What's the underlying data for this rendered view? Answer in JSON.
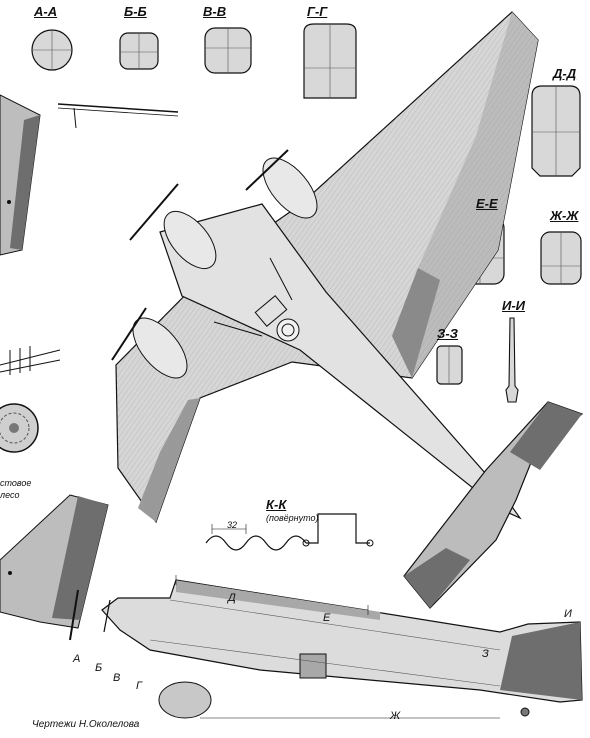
{
  "sections": {
    "aa": "А-А",
    "bb": "Б-Б",
    "vv": "В-В",
    "gg": "Г-Г",
    "dd": "Д-Д",
    "ee": "Е-Е",
    "zhzh": "Ж-Ж",
    "zz": "З-З",
    "ii": "И-И",
    "kk": "К-К"
  },
  "kk_note": "(повёрнуто)",
  "kk_pitch": "32",
  "wheel_caption": [
    "стовое",
    "лесо"
  ],
  "side_marks": {
    "a": "А",
    "b": "Б",
    "v": "В",
    "g": "Г",
    "d": "Д",
    "e": "Е",
    "zh": "Ж",
    "z": "З",
    "i": "И"
  },
  "credit": "Чертежи Н.Околелова",
  "colors": {
    "ink": "#111111",
    "light_gray": "#d8d8d8",
    "mid_gray": "#b5b5b5",
    "dark_gray": "#6e6e6e"
  }
}
